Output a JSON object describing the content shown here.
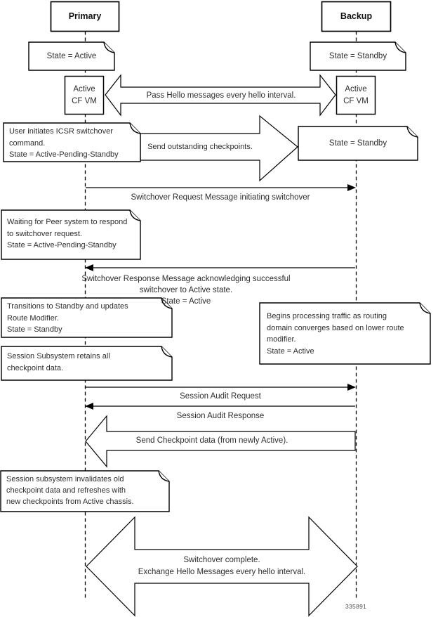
{
  "title": "ICSR switchover sequence diagram",
  "actors": {
    "primary": "Primary",
    "backup": "Backup"
  },
  "nodes": {
    "cf_vm_left": "Active\nCF VM",
    "cf_vm_right": "Active\nCF VM"
  },
  "notes": {
    "primary_state_active": "State = Active",
    "backup_state_standby": "State = Standby",
    "user_initiates": "User initiates ICSR switchover\ncommand.\nState = Active-Pending-Standby",
    "backup_state_standby_2": "State = Standby",
    "waiting_for_peer": "Waiting for Peer system to respond\nto switchover request.\nState = Active-Pending-Standby",
    "transitions_to_standby": "Transitions to Standby and updates\nRoute Modifier.\nState = Standby",
    "begins_processing": "Begins processing traffic as routing\ndomain converges based on lower route\nmodifier.\nState = Active",
    "session_retains": "Session Subsystem retains all\ncheckpoint data.",
    "session_invalidates": "Session subsystem invalidates old\ncheckpoint data and refreshes with\nnew checkpoints from Active chassis."
  },
  "messages": {
    "pass_hello": "Pass Hello messages every hello interval.",
    "send_outstanding_checkpoints": "Send outstanding checkpoints.",
    "switchover_request": "Switchover Request Message initiating switchover",
    "switchover_response": "Switchover Response Message acknowledging successful\nswitchover to Active state.\nState = Active",
    "session_audit_request": "Session Audit Request",
    "session_audit_response": "Session Audit Response",
    "send_checkpoint_data": "Send Checkpoint data (from newly Active).",
    "switchover_complete": "Switchover complete.\nExchange Hello Messages every hello interval."
  },
  "figure_number": "335891",
  "colors": {
    "line": "#000000",
    "text": "#2e2e2e",
    "background": "#ffffff"
  }
}
